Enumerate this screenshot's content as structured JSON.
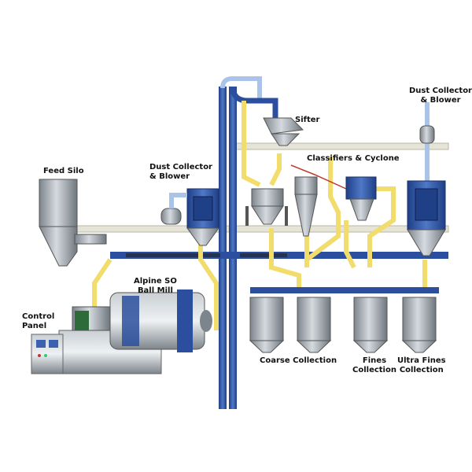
{
  "labels": {
    "dust_collector_top_right": [
      "Dust Collector",
      "& Blower"
    ],
    "sifter": "Sifter",
    "classifiers_cyclone": "Classifiers & Cyclone",
    "feed_silo": "Feed Silo",
    "dust_collector_mid": [
      "Dust Collector",
      "& Blower"
    ],
    "ball_mill": [
      "Alpine SO",
      "Ball Mill"
    ],
    "control_panel": [
      "Control",
      "Panel"
    ],
    "coarse_collection": "Coarse Collection",
    "fines_collection": [
      "Fines",
      "Collection"
    ],
    "ultra_fines_collection": [
      "Ultra Fines",
      "Collection"
    ]
  },
  "colors": {
    "pipe_blue": "#2b4f9e",
    "pipe_yellow": "#f2dc6b",
    "equipment_grey": "#9aa3ab",
    "platform": "#e6e4d6",
    "collector_blue": "#3a62b0"
  }
}
